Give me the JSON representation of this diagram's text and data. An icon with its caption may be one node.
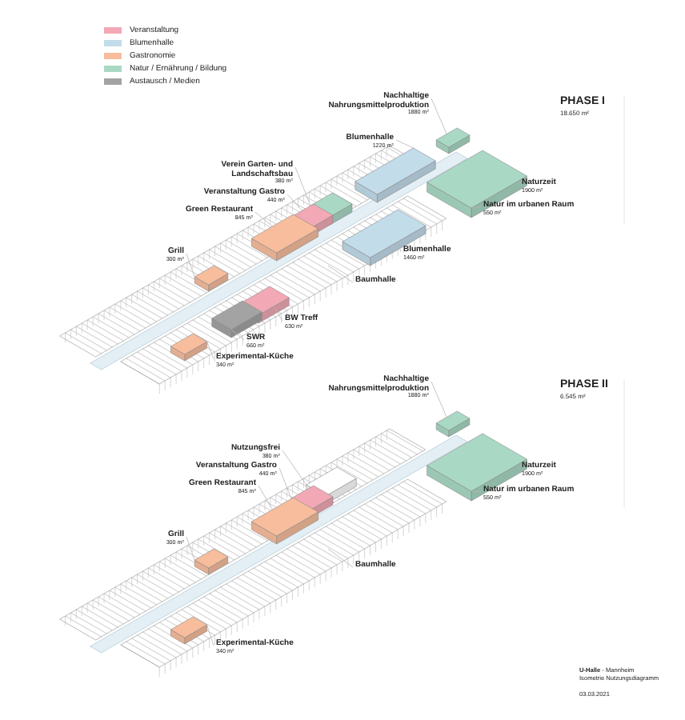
{
  "diagram": {
    "nodes": [
      {
        "text": [
          "Nachhaltige Nahrungsmittelproduktion",
          "1880 m²"
        ]
      },
      {
        "text": [
          "Blumenhalle",
          "1220 m²"
        ]
      },
      {
        "text": [
          "Verein Garten- und Landschaftsbau",
          "380 m²"
        ]
      },
      {
        "text": [
          "Veranstaltung Gastro",
          "440 m²"
        ]
      },
      {
        "text": [
          "Naturzeit",
          "1900 m²"
        ]
      },
      {
        "text": [
          "Natur im urbanen Raum",
          "550 m²"
        ]
      },
      {
        "text": [
          "Green Restaurant",
          "845 m²"
        ]
      },
      {
        "text": [
          "Grill",
          "300 m²"
        ]
      },
      {
        "text": [
          "Blumenhalle",
          "1460 m²"
        ]
      },
      {
        "text": [
          "Baumhalle"
        ]
      },
      {
        "text": [
          "BW Treff",
          "630 m²"
        ]
      },
      {
        "text": [
          "SWR",
          "660 m²"
        ]
      },
      {
        "text": [
          "Experimental-Küche",
          "340 m²"
        ]
      },
      {
        "text": [
          "Nachhaltige Nahrungsmittelproduktion",
          "1880 m²"
        ]
      },
      {
        "text": [
          "Nutzungsfrei",
          "380 m²"
        ]
      },
      {
        "text": [
          "Veranstaltung Gastro",
          "440 m²"
        ]
      },
      {
        "text": [
          "Naturzeit",
          "1900 m²"
        ]
      },
      {
        "text": [
          "Green Restaurant",
          "845 m²"
        ]
      },
      {
        "text": [
          "Natur im urbanen Raum",
          "550 m²"
        ]
      },
      {
        "text": [
          "Grill",
          "300 m²"
        ]
      },
      {
        "text": [
          "Baumhalle"
        ]
      },
      {
        "text": [
          "Experimental-Küche",
          "340 m²"
        ]
      },
      {
        "text": [],
        "shape": "box"
      },
      {
        "text": [],
        "shape": "box"
      },
      {
        "text": [],
        "shape": "box"
      },
      {
        "text": [],
        "shape": "box"
      },
      {
        "text": [],
        "shape": "box"
      },
      {
        "text": [],
        "shape": "box"
      },
      {
        "text": [],
        "shape": "box"
      },
      {
        "text": [],
        "shape": "box"
      },
      {
        "text": [],
        "shape": "box"
      },
      {
        "text": [],
        "shape": "box"
      },
      {
        "text": [],
        "shape": "box"
      },
      {
        "text": [],
        "shape": "box"
      },
      {
        "text": [],
        "shape": "box"
      },
      {
        "text": [],
        "shape": "box"
      },
      {
        "text": [],
        "shape": "box"
      },
      {
        "text": [],
        "shape": "box"
      },
      {
        "text": [],
        "shape": "box"
      },
      {
        "text": [],
        "shape": "box"
      }
    ],
    "edges": [
      {
        "from": 0,
        "to": 22,
        "arrow": "none"
      },
      {
        "from": 1,
        "to": 24,
        "arrow": "none"
      },
      {
        "from": 2,
        "to": 25,
        "arrow": "none"
      },
      {
        "from": 3,
        "to": 26,
        "arrow": "none"
      },
      {
        "from": 4,
        "to": 23,
        "arrow": "none"
      },
      {
        "from": 5,
        "to": 23,
        "arrow": "none"
      },
      {
        "from": 6,
        "to": 27,
        "arrow": "none"
      },
      {
        "from": 7,
        "to": 28,
        "arrow": "none"
      },
      {
        "from": 8,
        "to": 29,
        "arrow": "none"
      },
      {
        "from": 9,
        "to": null,
        "arrow": "none"
      },
      {
        "from": 10,
        "to": 30,
        "arrow": "none"
      },
      {
        "from": 11,
        "to": 31,
        "arrow": "none"
      },
      {
        "from": 12,
        "to": 32,
        "arrow": "none"
      },
      {
        "from": 13,
        "to": 33,
        "arrow": "none"
      },
      {
        "from": 14,
        "to": 35,
        "arrow": "none"
      },
      {
        "from": 15,
        "to": 36,
        "arrow": "none"
      },
      {
        "from": 16,
        "to": 34,
        "arrow": "none"
      },
      {
        "from": 17,
        "to": 37,
        "arrow": "none"
      },
      {
        "from": 18,
        "to": 34,
        "arrow": "none"
      },
      {
        "from": 19,
        "to": 38,
        "arrow": "none"
      },
      {
        "from": 20,
        "to": null,
        "arrow": "none"
      },
      {
        "from": 21,
        "to": 39,
        "arrow": "none"
      }
    ],
    "labels": [
      "PHASE I",
      "18.650 m²",
      "PHASE II",
      "6.545 m²",
      "**U-Halle** - Mannheim",
      "Isometrie Nutzungsdiagramm",
      "03.03.2021"
    ],
    "legend": [
      {
        "text": "Veranstaltung",
        "color": "#f2a9b5"
      },
      {
        "text": "Blumenhalle",
        "color": "#c2dcea"
      },
      {
        "text": "Gastronomie",
        "color": "#f8bd9c"
      },
      {
        "text": "Natur / Ernährung / Bildung",
        "color": "#a9d9c5"
      },
      {
        "text": "Austausch / Medien",
        "color": "#a3a3a3"
      }
    ]
  }
}
